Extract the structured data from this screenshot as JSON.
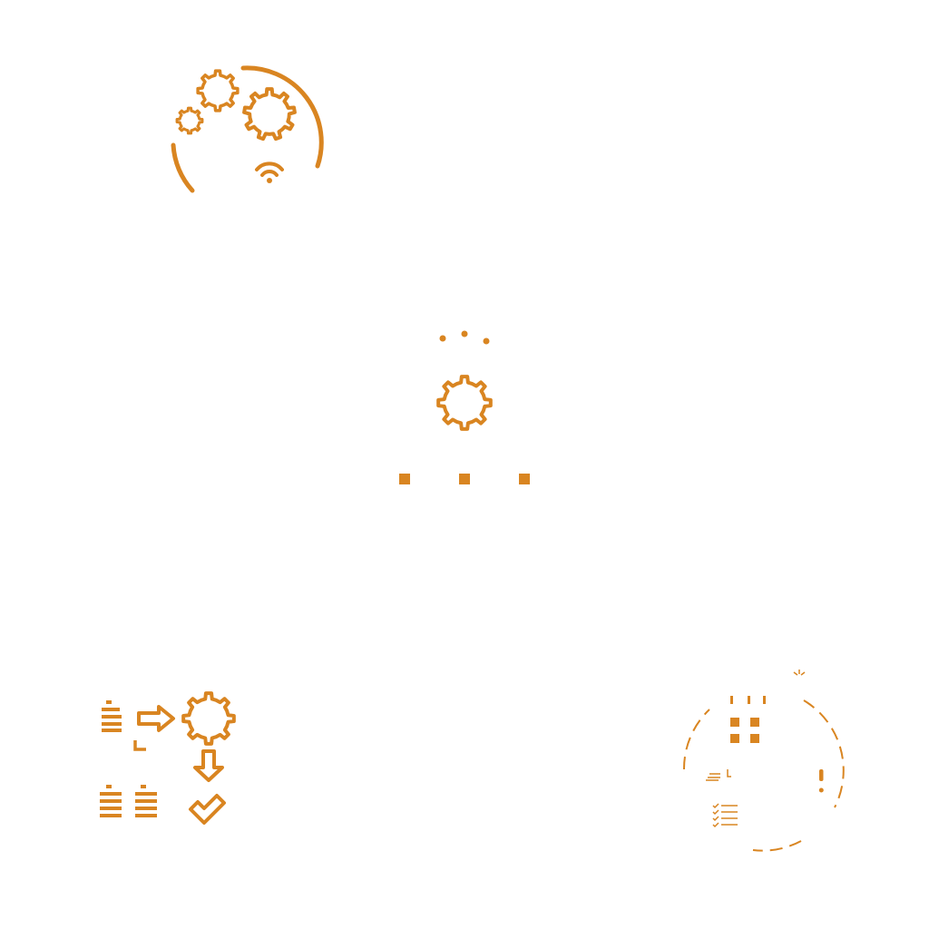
{
  "colors": {
    "accent": "#d98521",
    "background": "#ffffff"
  },
  "icons": [
    {
      "id": "gears-circle",
      "name": "gears-in-arc-with-wifi-icon"
    },
    {
      "id": "central-gear",
      "name": "gear-with-dots-icon"
    },
    {
      "id": "process-flow",
      "name": "documents-to-gear-to-check-flow-icon"
    },
    {
      "id": "operations-ring",
      "name": "dashboard-ring-icon"
    }
  ]
}
